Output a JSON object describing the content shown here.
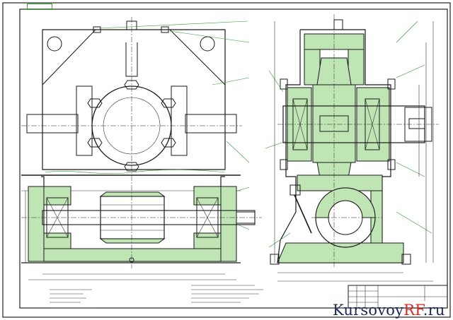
{
  "brand": {
    "watermark_prefix": "Kursovoy",
    "watermark_mid": "RF",
    "watermark_suffix": ".ru"
  },
  "colors": {
    "hatch": "#bfe5b5",
    "leader": "#2f9a2f",
    "line": "#1a1a1a",
    "brand_dark": "#1b2a55",
    "brand_red": "#d52b1e"
  }
}
